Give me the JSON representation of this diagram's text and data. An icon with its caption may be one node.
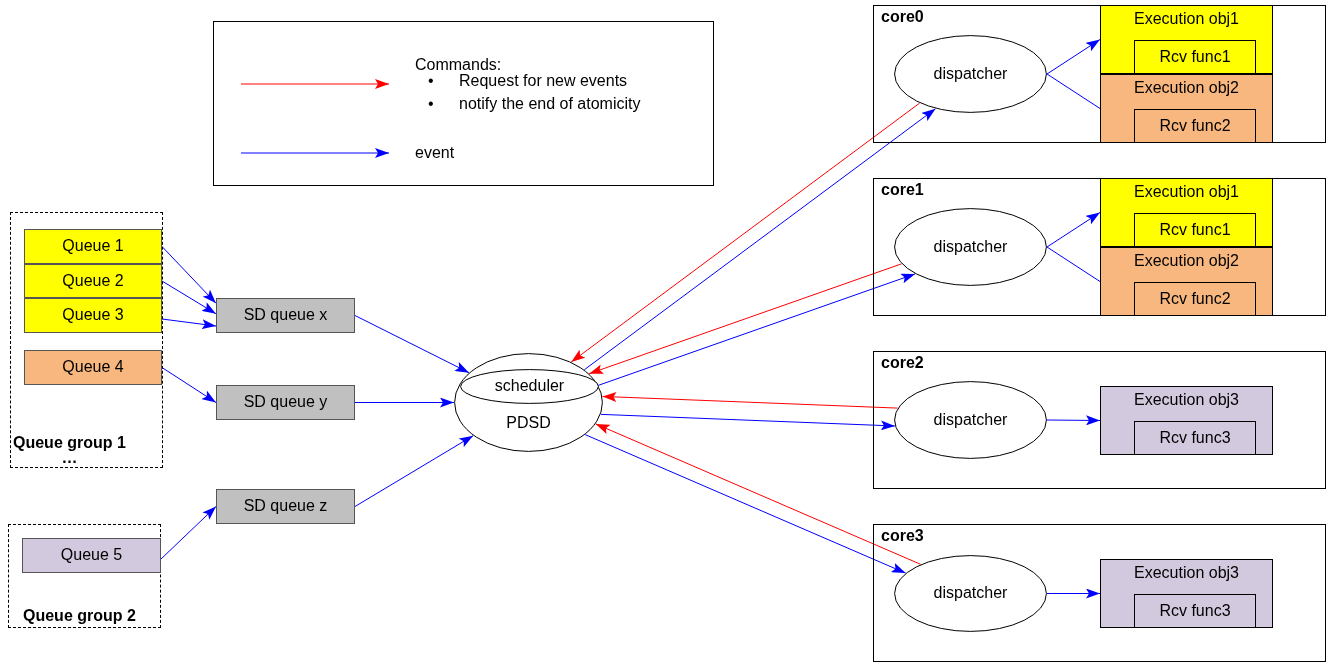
{
  "diagram": {
    "nodes": [
      {
        "text": [
          "Queue group 1",
          "…"
        ]
      },
      {
        "text": [
          "Queue 1"
        ],
        "in": 0
      },
      {
        "text": [
          "Queue 2"
        ],
        "in": 0
      },
      {
        "text": [
          "Queue 3"
        ],
        "in": 0
      },
      {
        "text": [
          "Queue 4"
        ],
        "in": 0
      },
      {
        "text": [
          "Queue group 2"
        ]
      },
      {
        "text": [
          "Queue 5"
        ],
        "in": 5
      },
      {
        "text": [
          "SD queue x"
        ]
      },
      {
        "text": [
          "SD queue y"
        ]
      },
      {
        "text": [
          "SD queue z"
        ]
      },
      {
        "text": [
          "PDSD"
        ]
      },
      {
        "text": [
          "scheduler"
        ],
        "in": 10
      },
      {
        "text": [
          "core0"
        ]
      },
      {
        "text": [
          "dispatcher"
        ],
        "in": 12
      },
      {
        "text": [
          "Execution obj1"
        ],
        "in": 12
      },
      {
        "text": [
          "Rcv func1"
        ],
        "in": 14
      },
      {
        "text": [
          "Execution obj2"
        ],
        "in": 12
      },
      {
        "text": [
          "Rcv func2"
        ],
        "in": 16
      },
      {
        "text": [
          "core1"
        ]
      },
      {
        "text": [
          "dispatcher"
        ],
        "in": 18
      },
      {
        "text": [
          "Execution obj1"
        ],
        "in": 18
      },
      {
        "text": [
          "Rcv func1"
        ],
        "in": 20
      },
      {
        "text": [
          "Execution obj2"
        ],
        "in": 18
      },
      {
        "text": [
          "Rcv func2"
        ],
        "in": 22
      },
      {
        "text": [
          "core2"
        ]
      },
      {
        "text": [
          "dispatcher"
        ],
        "in": 24
      },
      {
        "text": [
          "Execution obj3"
        ],
        "in": 24
      },
      {
        "text": [
          "Rcv func3"
        ],
        "in": 26
      },
      {
        "text": [
          "core3"
        ]
      },
      {
        "text": [
          "dispatcher"
        ],
        "in": 28
      },
      {
        "text": [
          "Execution obj3"
        ],
        "in": 28
      },
      {
        "text": [
          "Rcv func3"
        ],
        "in": 30
      }
    ],
    "edges": [
      {
        "from": 1,
        "to": 7,
        "arrow": "to"
      },
      {
        "from": 2,
        "to": 7,
        "arrow": "to"
      },
      {
        "from": 3,
        "to": 7,
        "arrow": "to"
      },
      {
        "from": 4,
        "to": 8,
        "arrow": "to"
      },
      {
        "from": 6,
        "to": 9,
        "arrow": "to"
      },
      {
        "from": 7,
        "to": 10,
        "arrow": "to"
      },
      {
        "from": 8,
        "to": 10,
        "arrow": "to"
      },
      {
        "from": 9,
        "to": 10,
        "arrow": "to"
      },
      {
        "from": 10,
        "to": 13,
        "arrow": "to"
      },
      {
        "from": 13,
        "to": 10,
        "arrow": "to",
        "color": "#ff0000"
      },
      {
        "from": 10,
        "to": 19,
        "arrow": "to"
      },
      {
        "from": 19,
        "to": 10,
        "arrow": "to",
        "color": "#ff0000"
      },
      {
        "from": 10,
        "to": 25,
        "arrow": "to"
      },
      {
        "from": 25,
        "to": 10,
        "arrow": "to",
        "color": "#ff0000"
      },
      {
        "from": 10,
        "to": 29,
        "arrow": "to"
      },
      {
        "from": 29,
        "to": 10,
        "arrow": "to",
        "color": "#ff0000"
      },
      {
        "from": 13,
        "to": 14,
        "arrow": "to"
      },
      {
        "from": 13,
        "to": 16,
        "arrow": "none"
      },
      {
        "from": 19,
        "to": 20,
        "arrow": "to"
      },
      {
        "from": 19,
        "to": 22,
        "arrow": "none"
      },
      {
        "from": 25,
        "to": 26,
        "arrow": "to"
      },
      {
        "from": 29,
        "to": 30,
        "arrow": "to"
      }
    ],
    "labels": [
      "•",
      "Request for new events",
      "•",
      "notify the end of atomicity"
    ],
    "legend": [
      {
        "text": "Commands:"
      },
      {
        "text": "event"
      }
    ]
  }
}
